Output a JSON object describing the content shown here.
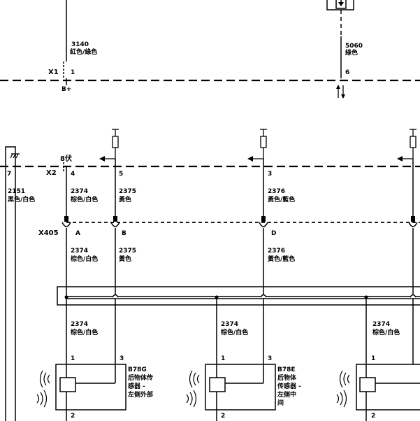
{
  "colors": {
    "line": "#000000",
    "background": "#ffffff"
  },
  "connectors": {
    "x1": "X1",
    "x2": "X2",
    "x405": "X405"
  },
  "top": {
    "wire_3140": {
      "num": "3140",
      "color": "紅色/綠色",
      "pin": "1",
      "sub": "B+"
    },
    "wire_5060": {
      "num": "5060",
      "color": "綠色",
      "pin": "6"
    }
  },
  "x2_pins": {
    "voltage": "8伏",
    "p7": "7",
    "p4": "4",
    "p5": "5",
    "p3": "3"
  },
  "wires_upper": {
    "w2151": {
      "num": "2151",
      "color": "黑色/白色"
    },
    "w2374": {
      "num": "2374",
      "color": "棕色/白色"
    },
    "w2375": {
      "num": "2375",
      "color": "黃色"
    },
    "w2376": {
      "num": "2376",
      "color": "黃色/藍色"
    }
  },
  "x405_pins": {
    "a": "A",
    "b": "B",
    "d": "D"
  },
  "wires_mid": {
    "w2374": {
      "num": "2374",
      "color": "棕色/白色"
    },
    "w2375": {
      "num": "2375",
      "color": "黃色"
    },
    "w2376": {
      "num": "2376",
      "color": "黃色/藍色"
    }
  },
  "wires_lower": {
    "a": {
      "num": "2374",
      "color": "棕色/白色"
    },
    "b": {
      "num": "2374",
      "color": "棕色/白色"
    },
    "c": {
      "num": "2374",
      "color": "棕色/白色"
    }
  },
  "sensors": {
    "b78g": {
      "id": "B78G",
      "line1": "后物体传",
      "line2": "感器 -",
      "line3": "左侧外部",
      "pin1": "1",
      "pin3": "3",
      "pin2": "2"
    },
    "b78e": {
      "id": "B78E",
      "line1": "后物体",
      "line2": "传感器 -",
      "line3": "左侧中",
      "line4": "间",
      "pin1": "1",
      "pin3": "3",
      "pin2": "2"
    },
    "third": {
      "pin1": "1",
      "pin2": "2"
    }
  }
}
